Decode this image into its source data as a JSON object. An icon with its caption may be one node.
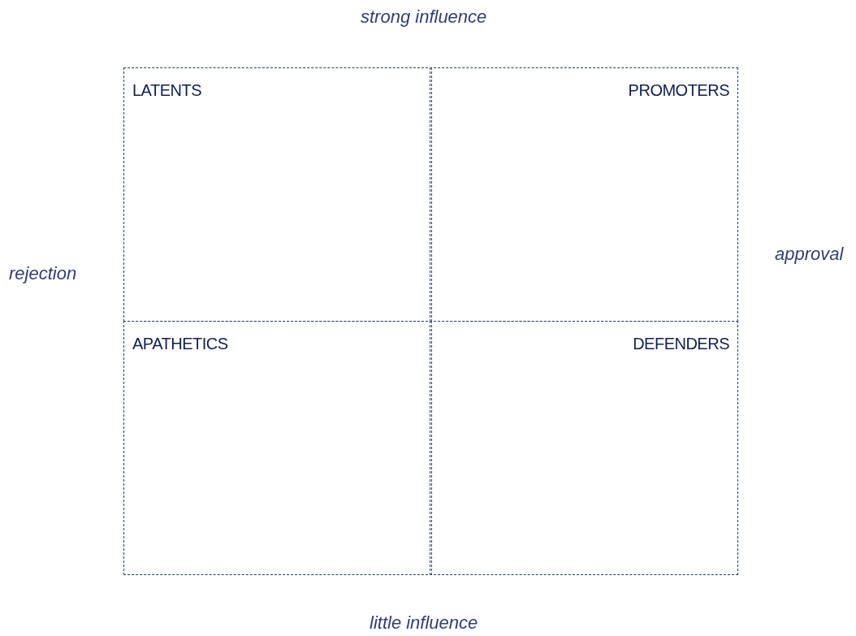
{
  "diagram": {
    "nodes": [
      {
        "text": [
          "LATENTS"
        ]
      },
      {
        "text": [
          "PROMOTERS"
        ]
      },
      {
        "text": [
          "APATHETICS"
        ]
      },
      {
        "text": [
          "DEFENDERS"
        ]
      }
    ],
    "labels": [
      "strong influence",
      "rejection",
      "approval",
      "little influence"
    ]
  }
}
